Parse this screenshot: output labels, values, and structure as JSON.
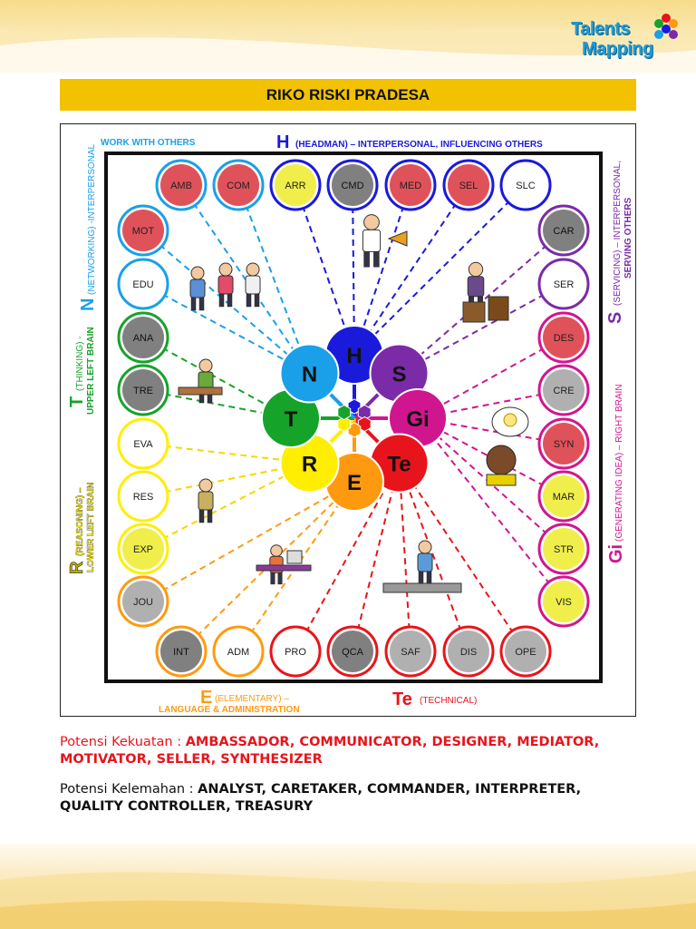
{
  "logo": {
    "line1": "Talents",
    "line2": "Mapping"
  },
  "header": {
    "name": "RIKO RISKI PRADESA"
  },
  "diagram": {
    "labels": {
      "work_with_others": "WORK WITH OTHERS",
      "h_letter": "H",
      "h_desc": "(HEADMAN) – INTERPERSONAL, INFLUENCING OTHERS",
      "n_letter": "N",
      "n_desc": "(NETWORKING) -INTERPERSONAL",
      "s_letter": "S",
      "s_desc_1": "(SERVICING) – INTERPERSONAL,",
      "s_desc_2": "SERVING OTHERS",
      "t_letter": "T",
      "t_desc_1": "(THINKING) -",
      "t_desc_2": "UPPER LEFT BRAIN",
      "gi_letter": "Gi",
      "gi_desc": "(GENERATING IDEA) – RIGHT BRAIN",
      "r_letter": "R",
      "r_desc_1": "(REASONING) –",
      "r_desc_2": "LOWER LEFT BRAIN",
      "e_letter": "E",
      "e_desc_1": "(ELEMENTARY) –",
      "e_desc_2": "LANGUAGE & ADMINISTRATION",
      "te_letter": "Te",
      "te_desc": "(TECHNICAL)"
    },
    "petals": [
      {
        "key": "H",
        "label": "H",
        "color": "#1a1adb"
      },
      {
        "key": "S",
        "label": "S",
        "color": "#7b2aa8"
      },
      {
        "key": "Gi",
        "label": "Gi",
        "color": "#d0168e"
      },
      {
        "key": "Te",
        "label": "Te",
        "color": "#e8141b"
      },
      {
        "key": "E",
        "label": "E",
        "color": "#ff9a10"
      },
      {
        "key": "R",
        "label": "R",
        "color": "#ffee00"
      },
      {
        "key": "T",
        "label": "T",
        "color": "#16a32a"
      },
      {
        "key": "N",
        "label": "N",
        "color": "#1aa0e8"
      }
    ],
    "top_row": [
      {
        "code": "AMB",
        "fill": "#e0525a",
        "ring": "#1aa0e8"
      },
      {
        "code": "COM",
        "fill": "#e0525a",
        "ring": "#1aa0e8"
      },
      {
        "code": "ARR",
        "fill": "#f0ee4a",
        "ring": "#1a1adb"
      },
      {
        "code": "CMD",
        "fill": "#808080",
        "ring": "#1a1adb"
      },
      {
        "code": "MED",
        "fill": "#e0525a",
        "ring": "#1a1adb"
      },
      {
        "code": "SEL",
        "fill": "#e0525a",
        "ring": "#1a1adb"
      },
      {
        "code": "SLC",
        "fill": "#ffffff",
        "ring": "#1a1adb"
      }
    ],
    "left_col": [
      {
        "code": "MOT",
        "fill": "#e0525a",
        "ring": "#1aa0e8"
      },
      {
        "code": "EDU",
        "fill": "#ffffff",
        "ring": "#1aa0e8"
      },
      {
        "code": "ANA",
        "fill": "#808080",
        "ring": "#16a32a"
      },
      {
        "code": "TRE",
        "fill": "#808080",
        "ring": "#16a32a"
      },
      {
        "code": "EVA",
        "fill": "#ffffff",
        "ring": "#ffee00"
      },
      {
        "code": "RES",
        "fill": "#ffffff",
        "ring": "#ffee00"
      },
      {
        "code": "EXP",
        "fill": "#f0ee4a",
        "ring": "#ffee00"
      },
      {
        "code": "JOU",
        "fill": "#b0b0b0",
        "ring": "#ff9a10"
      }
    ],
    "right_col": [
      {
        "code": "CAR",
        "fill": "#808080",
        "ring": "#7b2aa8"
      },
      {
        "code": "SER",
        "fill": "#ffffff",
        "ring": "#7b2aa8"
      },
      {
        "code": "DES",
        "fill": "#e0525a",
        "ring": "#d0168e"
      },
      {
        "code": "CRE",
        "fill": "#b0b0b0",
        "ring": "#d0168e"
      },
      {
        "code": "SYN",
        "fill": "#e0525a",
        "ring": "#d0168e"
      },
      {
        "code": "MAR",
        "fill": "#f0ee4a",
        "ring": "#d0168e"
      },
      {
        "code": "STR",
        "fill": "#f0ee4a",
        "ring": "#d0168e"
      },
      {
        "code": "VIS",
        "fill": "#f0ee4a",
        "ring": "#d0168e"
      }
    ],
    "bottom_row": [
      {
        "code": "INT",
        "fill": "#808080",
        "ring": "#ff9a10"
      },
      {
        "code": "ADM",
        "fill": "#ffffff",
        "ring": "#ff9a10"
      },
      {
        "code": "PRO",
        "fill": "#ffffff",
        "ring": "#e8141b"
      },
      {
        "code": "QCA",
        "fill": "#808080",
        "ring": "#e8141b"
      },
      {
        "code": "SAF",
        "fill": "#b0b0b0",
        "ring": "#e8141b"
      },
      {
        "code": "DIS",
        "fill": "#b0b0b0",
        "ring": "#e8141b"
      },
      {
        "code": "OPE",
        "fill": "#b0b0b0",
        "ring": "#e8141b"
      }
    ]
  },
  "strengths": {
    "label": "Potensi Kekuatan : ",
    "value": "AMBASSADOR, COMMUNICATOR, DESIGNER, MEDIATOR, MOTIVATOR, SELLER, SYNTHESIZER"
  },
  "weaknesses": {
    "label": "Potensi Kelemahan : ",
    "value": "ANALYST, CARETAKER, COMMANDER, INTERPRETER, QUALITY CONTROLLER, TREASURY"
  }
}
